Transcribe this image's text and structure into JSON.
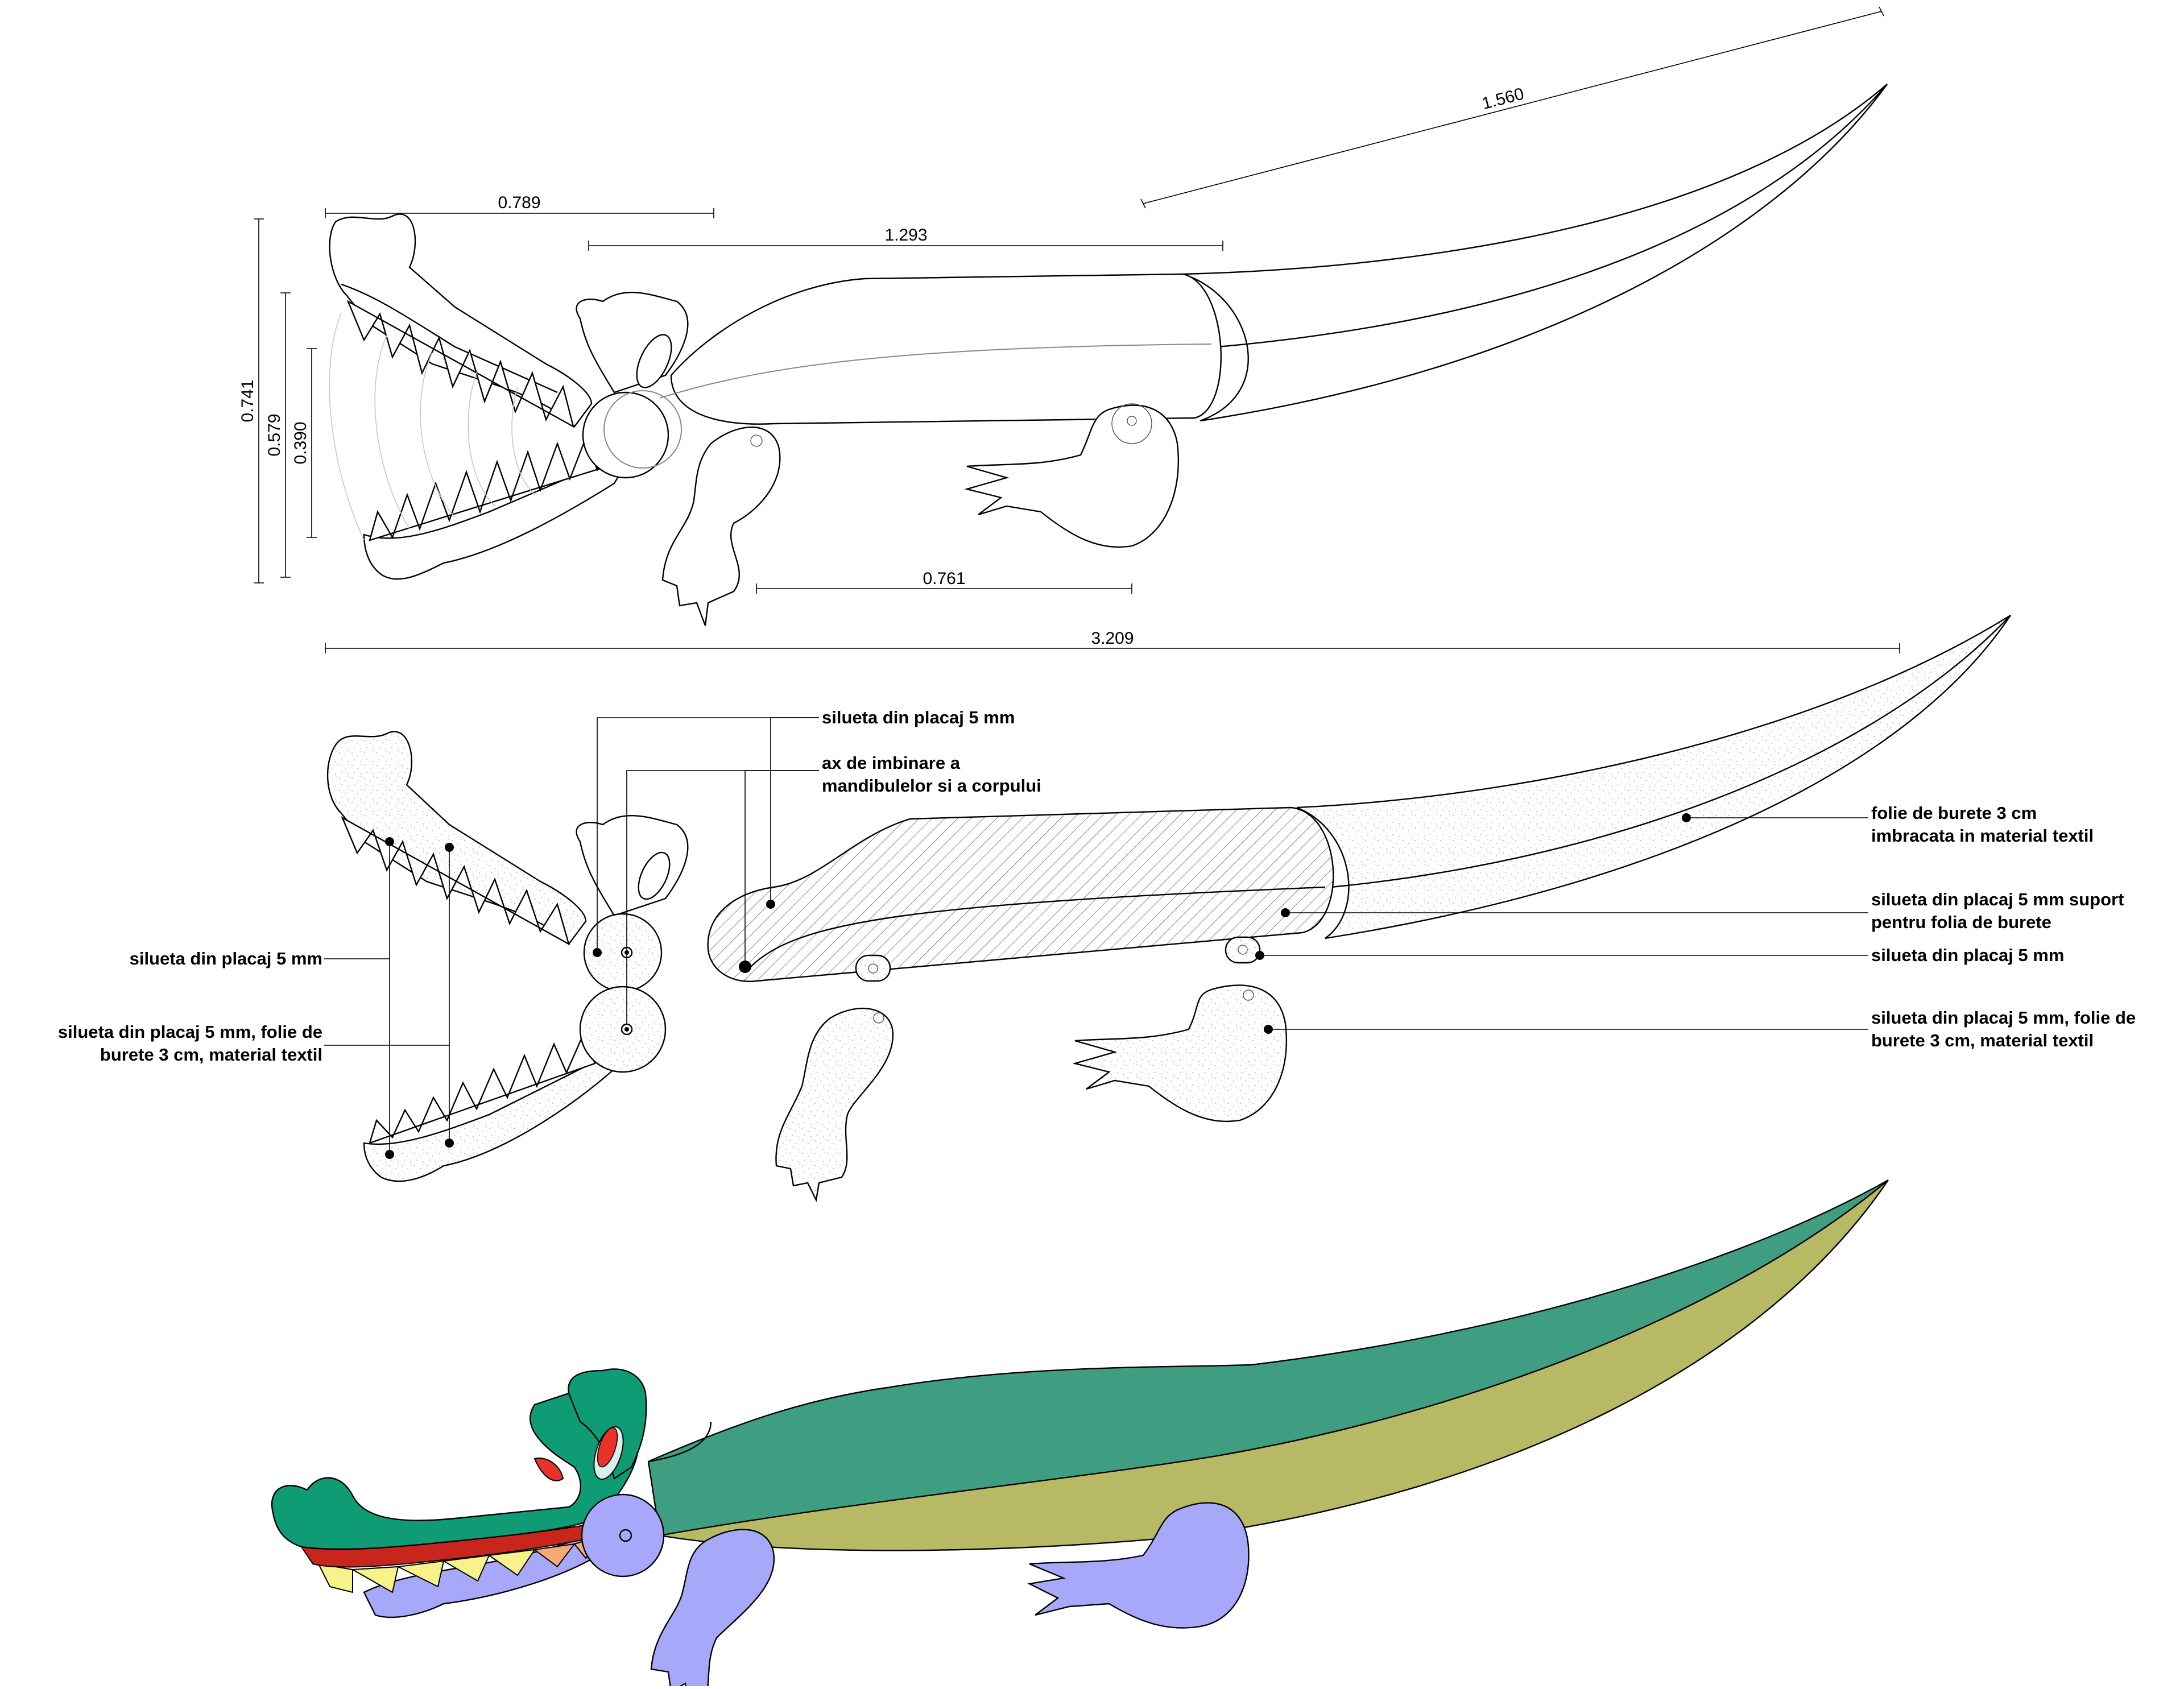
{
  "dimensions": {
    "tail_top": "1.560",
    "head_length": "0.789",
    "body_length": "1.293",
    "leg_spacing": "0.761",
    "total_length": "3.209",
    "height_total": "0.741",
    "height_jaw": "0.579",
    "height_mouth": "0.390"
  },
  "labels": {
    "plywood_top": "silueta din placaj 5 mm",
    "axis_line1": "ax de imbinare a",
    "axis_line2": "mandibulelor si a corpului",
    "plywood_left": "silueta din placaj 5 mm",
    "jaw_line1": "silueta din placaj 5 mm, folie de",
    "jaw_line2": "burete 3 cm, material textil",
    "tail_line1": "folie de burete 3 cm",
    "tail_line2": "imbracata in material textil",
    "support_line1": "silueta din placaj 5 mm suport",
    "support_line2": "pentru folia de burete",
    "leg_label": "silueta din placaj 5 mm",
    "leg2_line1": "silueta din placaj 5 mm, folie de",
    "leg2_line2": "burete 3 cm, material textil"
  },
  "colors": {
    "back_green": "#3f9d82",
    "head_green": "#0f9b74",
    "belly_olive": "#b8b964",
    "limb_lavender": "#a8a8fa",
    "mouth_red": "#c8261c",
    "tooth_yellow": "#f8f28a",
    "tooth_orange": "#f5aa74",
    "eye_red": "#e8322a",
    "eye_white": "#d6f0ee"
  }
}
